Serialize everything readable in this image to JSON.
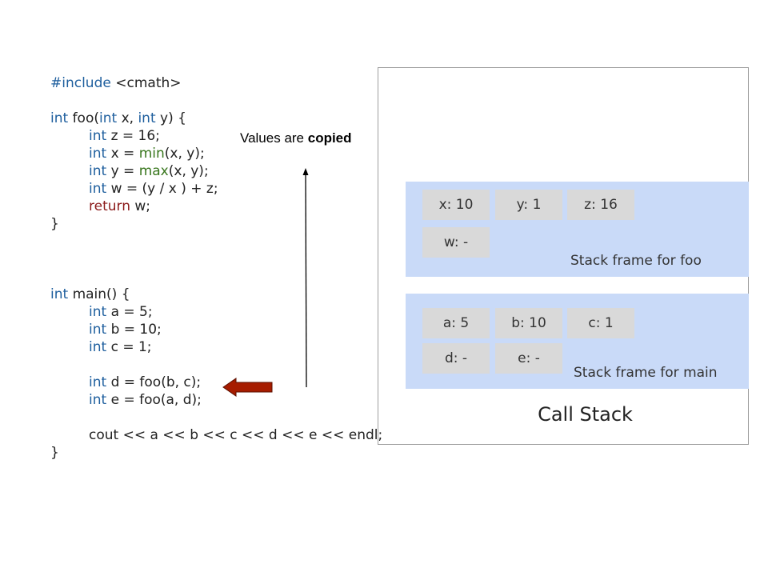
{
  "code": {
    "include_kw": "#include",
    "include_rest": " <cmath>",
    "foo_sig_kw1": "int",
    "foo_sig_mid": " foo(",
    "foo_sig_kw2": "int",
    "foo_sig_x": " x, ",
    "foo_sig_kw3": "int",
    "foo_sig_end": " y) {",
    "foo_l1_kw": "int",
    "foo_l1_rest": " z = 16;",
    "foo_l2_kw": "int",
    "foo_l2_mid": " x = ",
    "foo_l2_fn": "min",
    "foo_l2_end": "(x, y);",
    "foo_l3_kw": "int",
    "foo_l3_mid": " y = ",
    "foo_l3_fn": "max",
    "foo_l3_end": "(x, y);",
    "foo_l4_kw": "int",
    "foo_l4_rest": " w = (y / x ) + z;",
    "foo_l5_kw": "return",
    "foo_l5_rest": " w;",
    "close_brace": "}",
    "main_sig_kw": "int",
    "main_sig_rest": " main() {",
    "main_l1_kw": "int",
    "main_l1_rest": " a = 5;",
    "main_l2_kw": "int",
    "main_l2_rest": " b = 10;",
    "main_l3_kw": "int",
    "main_l3_rest": " c = 1;",
    "main_l4_kw": "int",
    "main_l4_rest": " d = foo(b, c);",
    "main_l5_kw": "int",
    "main_l5_rest": " e = foo(a, d);",
    "main_l6": "cout << a << b << c << d << e << endl;",
    "main_close": "}"
  },
  "note": {
    "prefix": "Values are ",
    "bold": "copied"
  },
  "stack": {
    "title": "Call Stack",
    "foo_frame": {
      "label": "Stack frame for foo",
      "cells": [
        "x: 10",
        "y: 1",
        "z: 16",
        "w: -"
      ]
    },
    "main_frame": {
      "label": "Stack frame for main",
      "cells": [
        "a: 5",
        "b: 10",
        "c: 1",
        "d: -",
        "e: -"
      ]
    }
  },
  "colors": {
    "keyword": "#1f5f9e",
    "return_keyword": "#8b1a1a",
    "function": "#38761d",
    "frame_bg": "#c9daf8",
    "cell_bg": "#d9d9d9",
    "arrow_red": "#a61c00"
  },
  "icons": [
    "up-arrow-icon",
    "left-arrow-icon"
  ]
}
